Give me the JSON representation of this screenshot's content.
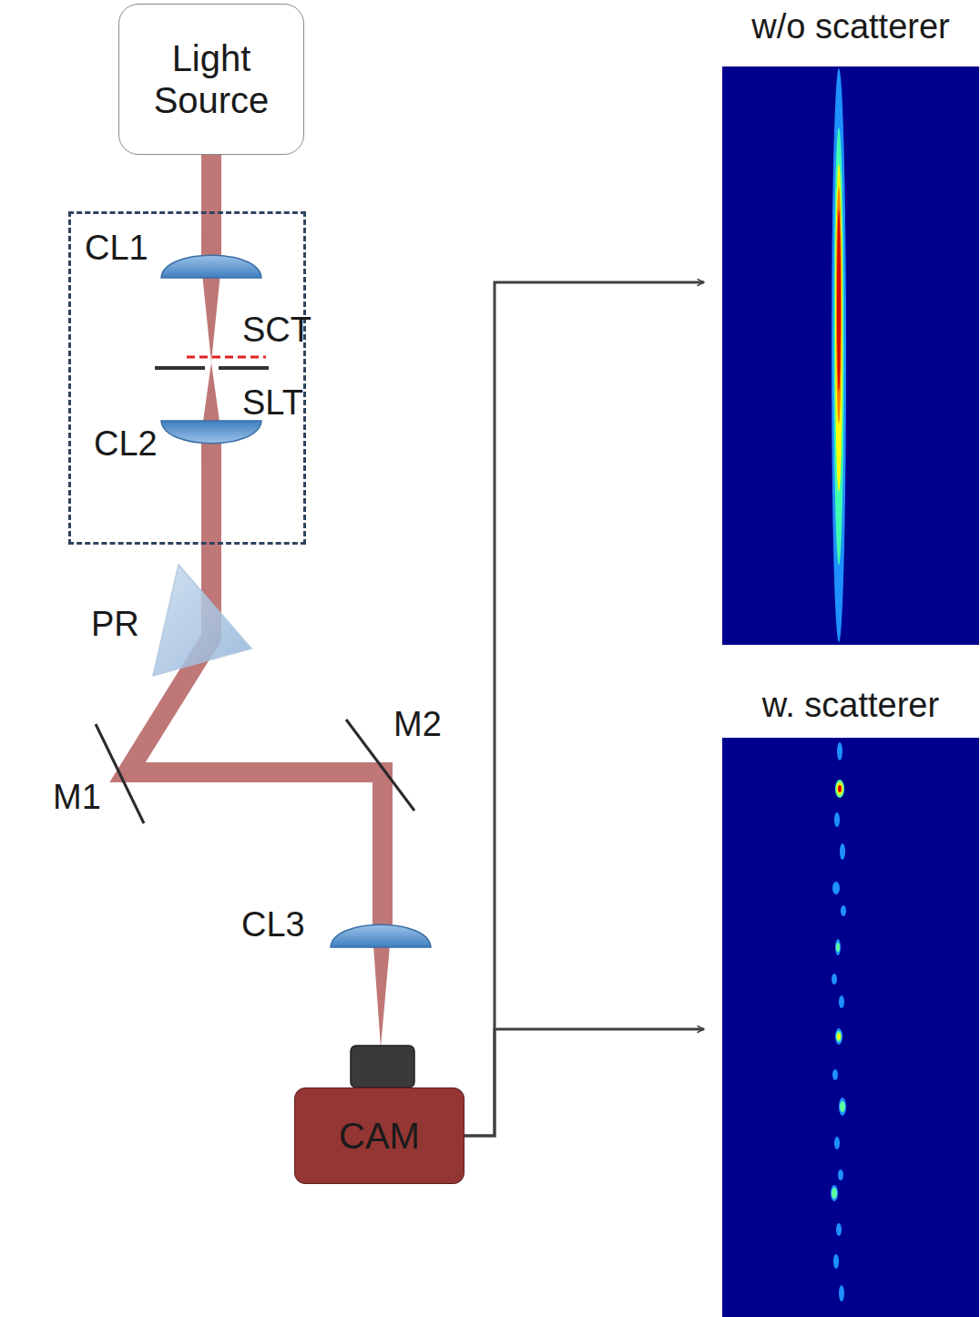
{
  "diagram": {
    "nodes": [
      {
        "text": [
          "Light Source"
        ]
      },
      {
        "text": [
          "CL1",
          "SCT",
          "SLT",
          "CL2"
        ]
      },
      {
        "text": [
          "CAM"
        ]
      },
      {
        "text": [
          "w/o scatterer"
        ]
      },
      {
        "text": [
          "w. scatterer"
        ]
      }
    ],
    "edges": [
      {
        "from": 2,
        "to": 3,
        "arrow": "to"
      },
      {
        "from": 2,
        "to": 4,
        "arrow": "to"
      }
    ],
    "labels": [
      "PR",
      "M1",
      "M2",
      "CL3"
    ]
  }
}
